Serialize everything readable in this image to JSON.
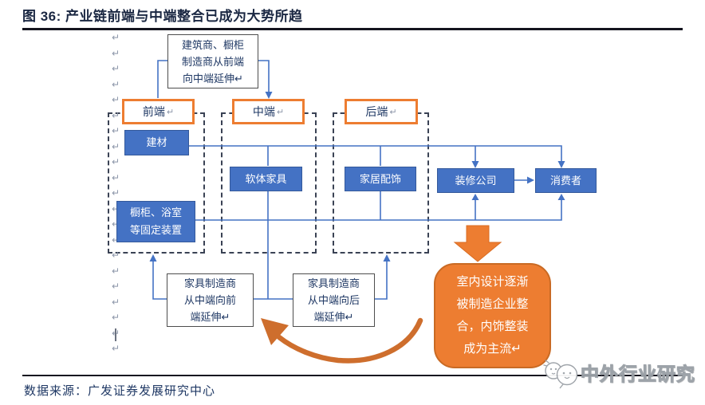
{
  "header": {
    "title": "图 36: 产业链前端与中端整合已成为大势所趋"
  },
  "footer": {
    "source": "数据来源：广发证券发展研究中心"
  },
  "watermark": {
    "text": "中外行业研究",
    "logo": "chat-bubbles-logo"
  },
  "colors": {
    "accent_orange": "#ED7D31",
    "accent_blue": "#4472C4",
    "text_navy": "#1F3864",
    "title_navy": "#1A2742",
    "rule_black": "#15151F",
    "dash_border": "#3A4254",
    "return_mark_gray": "#8C96A9"
  },
  "artifacts": {
    "return_mark": "↵",
    "margin_marks": "↵\n↵\n↵\n↵\n↵\n↵\n↵\n↵\n↵\n↵\n↵\n↵\n↵\n↵\n↵\n↵\n↵\n↵\n↵\n↵\n↵"
  },
  "diagram": {
    "top_note": "建筑商、橱柜\n制造商从前端\n向中端延伸↵",
    "stages": [
      {
        "label": "前端"
      },
      {
        "label": "中端"
      },
      {
        "label": "后端"
      }
    ],
    "chain_nodes": [
      {
        "label": "建材"
      },
      {
        "label": "软体家具"
      },
      {
        "label": "家居配饰"
      },
      {
        "label": "装修公司"
      },
      {
        "label": "消费者"
      },
      {
        "label": "橱柜、浴室\n等固定装置"
      }
    ],
    "bottom_notes": [
      {
        "text": "家具制造商\n从中端向前\n端延伸↵"
      },
      {
        "text": "家具制造商\n从中端向后\n端延伸↵"
      }
    ],
    "callout": "室内设计逐渐\n被制造企业整\n合，内饰整装\n成为主流↵"
  }
}
